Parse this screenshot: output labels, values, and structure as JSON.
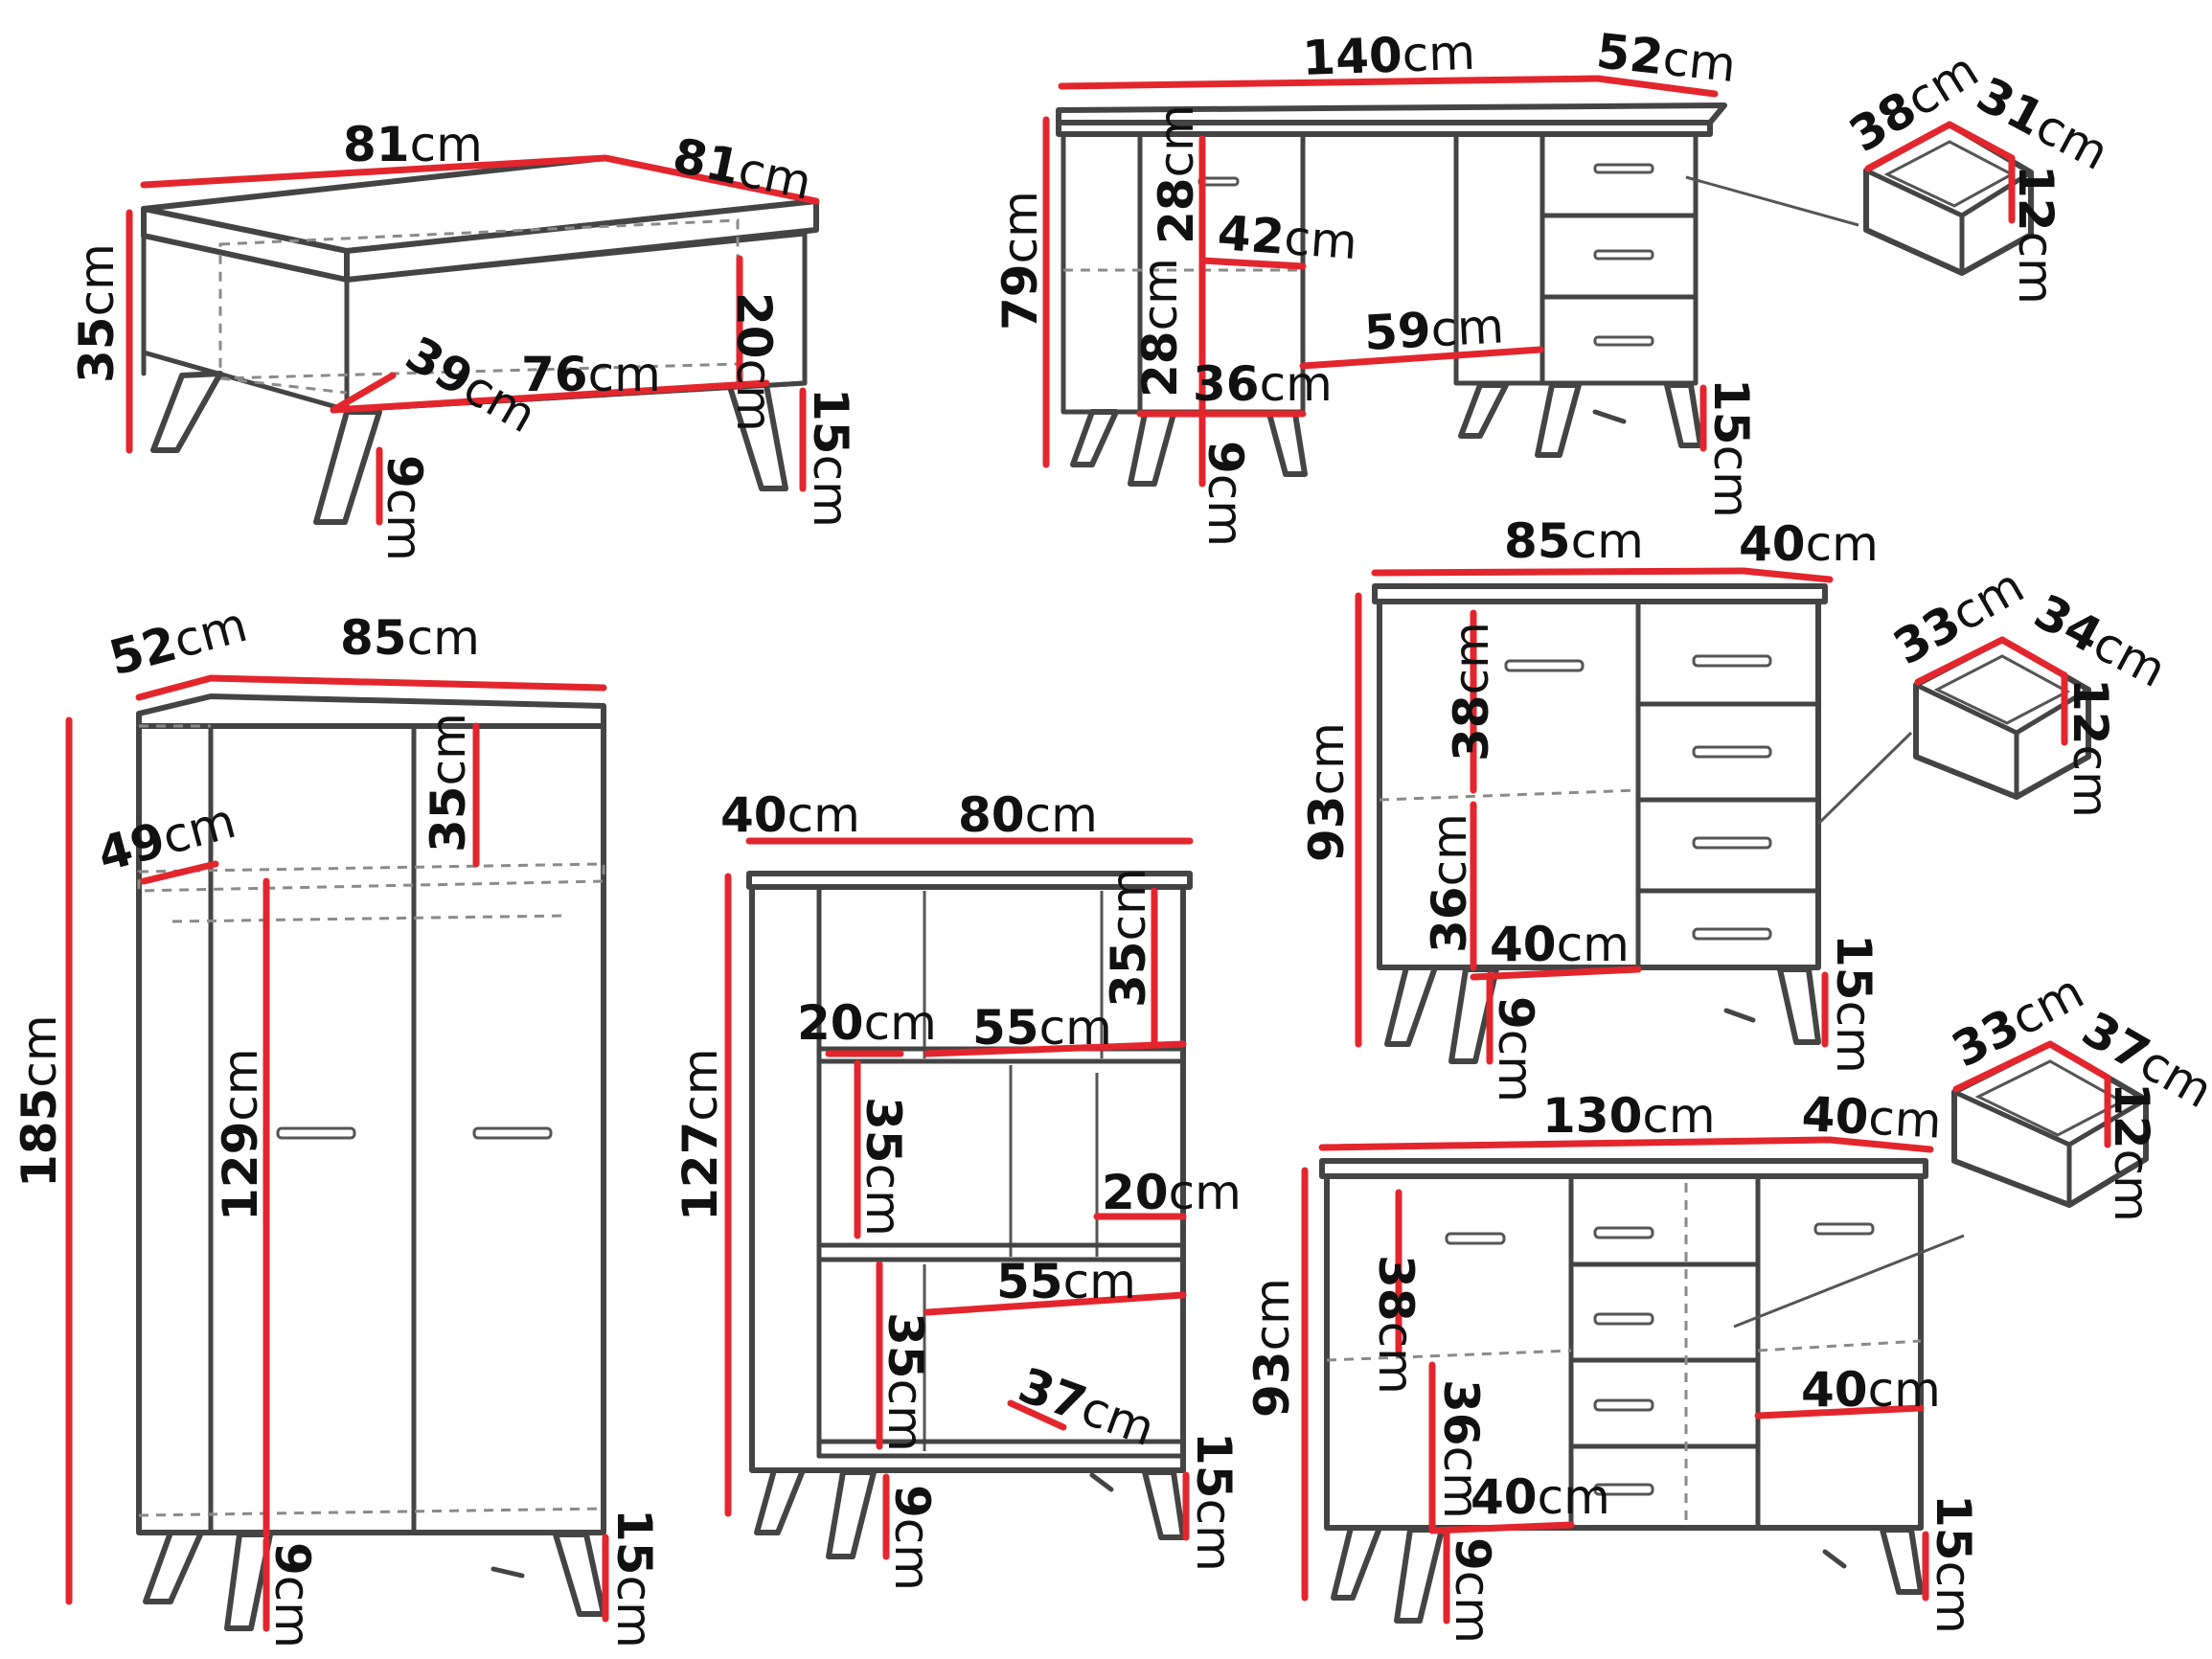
{
  "colors": {
    "dimension_line": "#e3262d",
    "outline": "#444444",
    "background": "#ffffff"
  },
  "coffee_table": {
    "width": "81",
    "depth": "81",
    "height": "35",
    "shelf_width": "76",
    "shelf_depth": "39",
    "shelf_height": "20",
    "leg_height": "15",
    "plinth": "9",
    "unit": "cm"
  },
  "desk": {
    "width": "140",
    "depth": "52",
    "height": "79",
    "cabinet_upper": "28",
    "cabinet_lower": "28",
    "cabinet_width": "36",
    "cabinet_depth": "42",
    "knee_space": "59",
    "leg_height": "15",
    "plinth": "9",
    "drawer": {
      "width": "38",
      "depth": "31",
      "height": "12"
    },
    "unit": "cm"
  },
  "wardrobe": {
    "width": "85",
    "depth": "52",
    "height": "185",
    "inner_depth": "49",
    "top_shelf": "35",
    "hanging_height": "129",
    "leg_height": "15",
    "plinth": "9",
    "unit": "cm"
  },
  "bookcase": {
    "width": "80",
    "depth": "40",
    "height": "127",
    "compartment_heights": [
      "35",
      "35",
      "35"
    ],
    "shelf_widths": [
      "55",
      "55"
    ],
    "side_width": "20",
    "side_width_2": "20",
    "shelf_depth": "37",
    "leg_height": "15",
    "plinth": "9",
    "unit": "cm"
  },
  "chest_small": {
    "width": "85",
    "depth": "40",
    "height": "93",
    "upper": "38",
    "lower": "36",
    "inner_width": "40",
    "leg_height": "15",
    "plinth": "9",
    "drawer": {
      "width": "33",
      "depth": "34",
      "height": "12"
    },
    "unit": "cm"
  },
  "chest_large": {
    "width": "130",
    "depth": "40",
    "height": "93",
    "upper": "38",
    "lower": "36",
    "inner_width_left": "40",
    "inner_width_right": "40",
    "leg_height": "15",
    "plinth": "9",
    "drawer": {
      "width": "33",
      "depth": "37",
      "height": "12"
    },
    "unit": "cm"
  }
}
